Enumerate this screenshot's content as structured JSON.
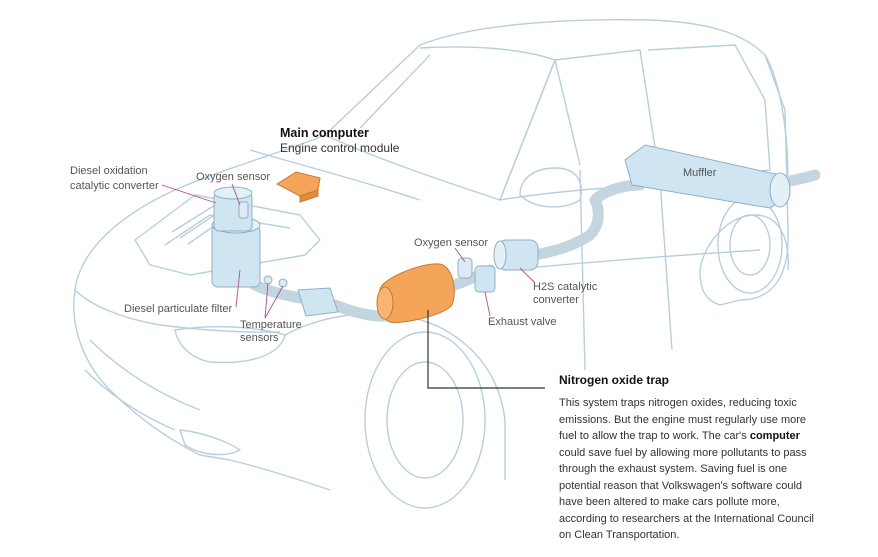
{
  "labels": {
    "main_computer_title": "Main computer",
    "main_computer_subtitle": "Engine control module",
    "diesel_oxidation_line1": "Diesel oxidation",
    "diesel_oxidation_line2": "catalytic converter",
    "oxygen_sensor_front": "Oxygen sensor",
    "diesel_particulate_filter": "Diesel particulate filter",
    "temperature_sensors_line1": "Temperature",
    "temperature_sensors_line2": "sensors",
    "oxygen_sensor_rear": "Oxygen sensor",
    "exhaust_valve": "Exhaust valve",
    "h2s_line1": "H2S catalytic",
    "h2s_line2": "converter",
    "muffler": "Muffler"
  },
  "panel": {
    "title": "Nitrogen oxide trap",
    "text_before_bold": "This system traps nitrogen oxides, reducing toxic emissions. But the engine must regularly use more fuel to allow the trap to work. The car's ",
    "bold_word": "computer",
    "text_after_bold": " could save fuel by allowing more pollutants to pass through the exhaust system. Saving fuel is one potential reason that Volkswagen's software could have been altered to make cars pollute more, according to researchers at the International Council on Clean Transportation."
  },
  "colors": {
    "car_outline": "#b9cedd",
    "component_blue": "#cfe6f2",
    "component_blue_stroke": "#8fb0c4",
    "pipe": "#c3d6e0",
    "highlight_orange": "#f5a55a",
    "highlight_orange_stroke": "#c9772d",
    "leader_line": "#333333"
  }
}
